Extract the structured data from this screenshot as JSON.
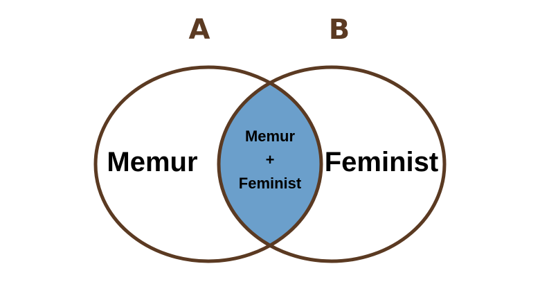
{
  "diagram": {
    "type": "venn",
    "set_a": {
      "letter": "A",
      "label": "Memur"
    },
    "set_b": {
      "letter": "B",
      "label": "Feminist"
    },
    "intersection": {
      "line1": "Memur",
      "line2": "+",
      "line3": "Feminist"
    }
  },
  "colors": {
    "outline": "#5b3a22",
    "intersection_fill": "#6b9fcb"
  }
}
